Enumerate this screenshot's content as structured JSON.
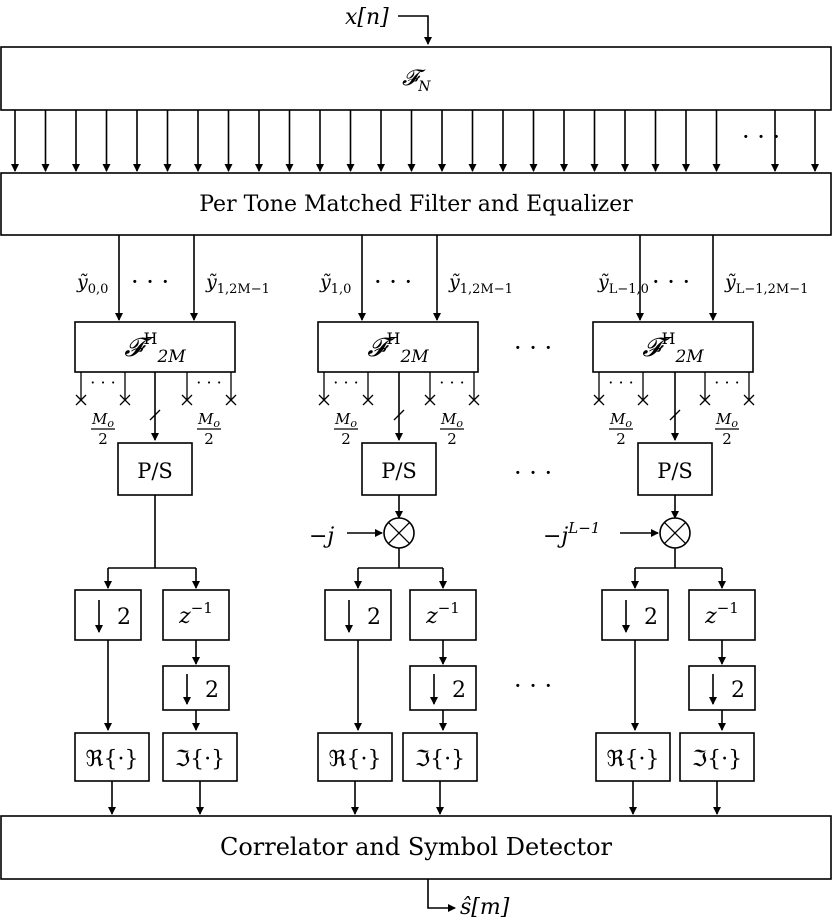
{
  "input_label": "x[n]",
  "output_label": "ŝ[m]",
  "fft_label": "𝓕",
  "fft_sub": "N",
  "equalizer_label": "Per Tone Matched Filter and Equalizer",
  "detector_label": "Correlator and Symbol Detector",
  "ellipsis": "· · ·",
  "idft_label": "𝓕",
  "idft_sup": "H",
  "idft_sub": "2M",
  "ps_label": "P/S",
  "down_label": "2",
  "delay_label": "z",
  "delay_sup": "−1",
  "real_label": "ℜ{·}",
  "imag_label": "ℑ{·}",
  "frac_num": "M",
  "frac_num_sub": "o",
  "frac_den": "2",
  "branches": [
    {
      "y_first": "ỹ",
      "y_first_sub": "0,0",
      "y_last": "ỹ",
      "y_last_sub": "1,2M−1",
      "mult": ""
    },
    {
      "y_first": "ỹ",
      "y_first_sub": "1,0",
      "y_last": "ỹ",
      "y_last_sub": "1,2M−1",
      "mult": "−j",
      "mult_sup": ""
    },
    {
      "y_first": "ỹ",
      "y_first_sub": "L−1,0",
      "y_last": "ỹ",
      "y_last_sub": "L−1,2M−1",
      "mult": "−j",
      "mult_sup": "L−1"
    }
  ]
}
